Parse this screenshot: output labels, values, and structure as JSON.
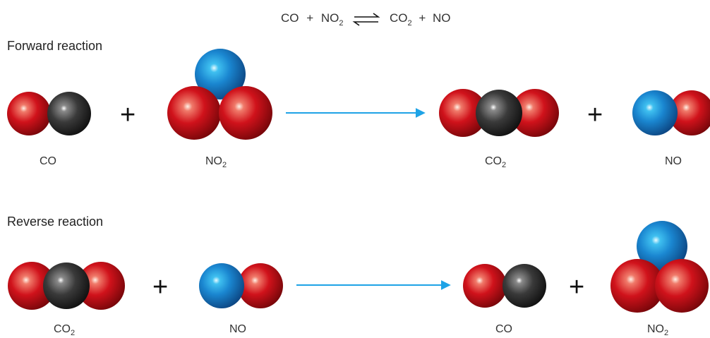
{
  "equation": {
    "lhs": {
      "a": "CO",
      "plus": "+",
      "b_main": "NO",
      "b_sub": "2"
    },
    "arrow": "⇌",
    "rhs": {
      "a_main": "CO",
      "a_sub": "2",
      "plus": "+",
      "b": "NO"
    }
  },
  "forward": {
    "heading": "Forward reaction",
    "plus_sign": "+",
    "reactants": [
      {
        "label_main": "CO",
        "label_sub": ""
      },
      {
        "label_main": "NO",
        "label_sub": "2"
      }
    ],
    "products": [
      {
        "label_main": "CO",
        "label_sub": "2"
      },
      {
        "label_main": "NO",
        "label_sub": ""
      }
    ]
  },
  "reverse": {
    "heading": "Reverse reaction",
    "plus_sign": "+",
    "reactants": [
      {
        "label_main": "CO",
        "label_sub": "2"
      },
      {
        "label_main": "NO",
        "label_sub": ""
      }
    ],
    "products": [
      {
        "label_main": "CO",
        "label_sub": ""
      },
      {
        "label_main": "NO",
        "label_sub": "2"
      }
    ]
  },
  "colors": {
    "oxygen": "#d0121b",
    "carbon": "#2e2e2e",
    "nitrogen": "#1a86d0",
    "arrow": "#1ea3e6"
  }
}
